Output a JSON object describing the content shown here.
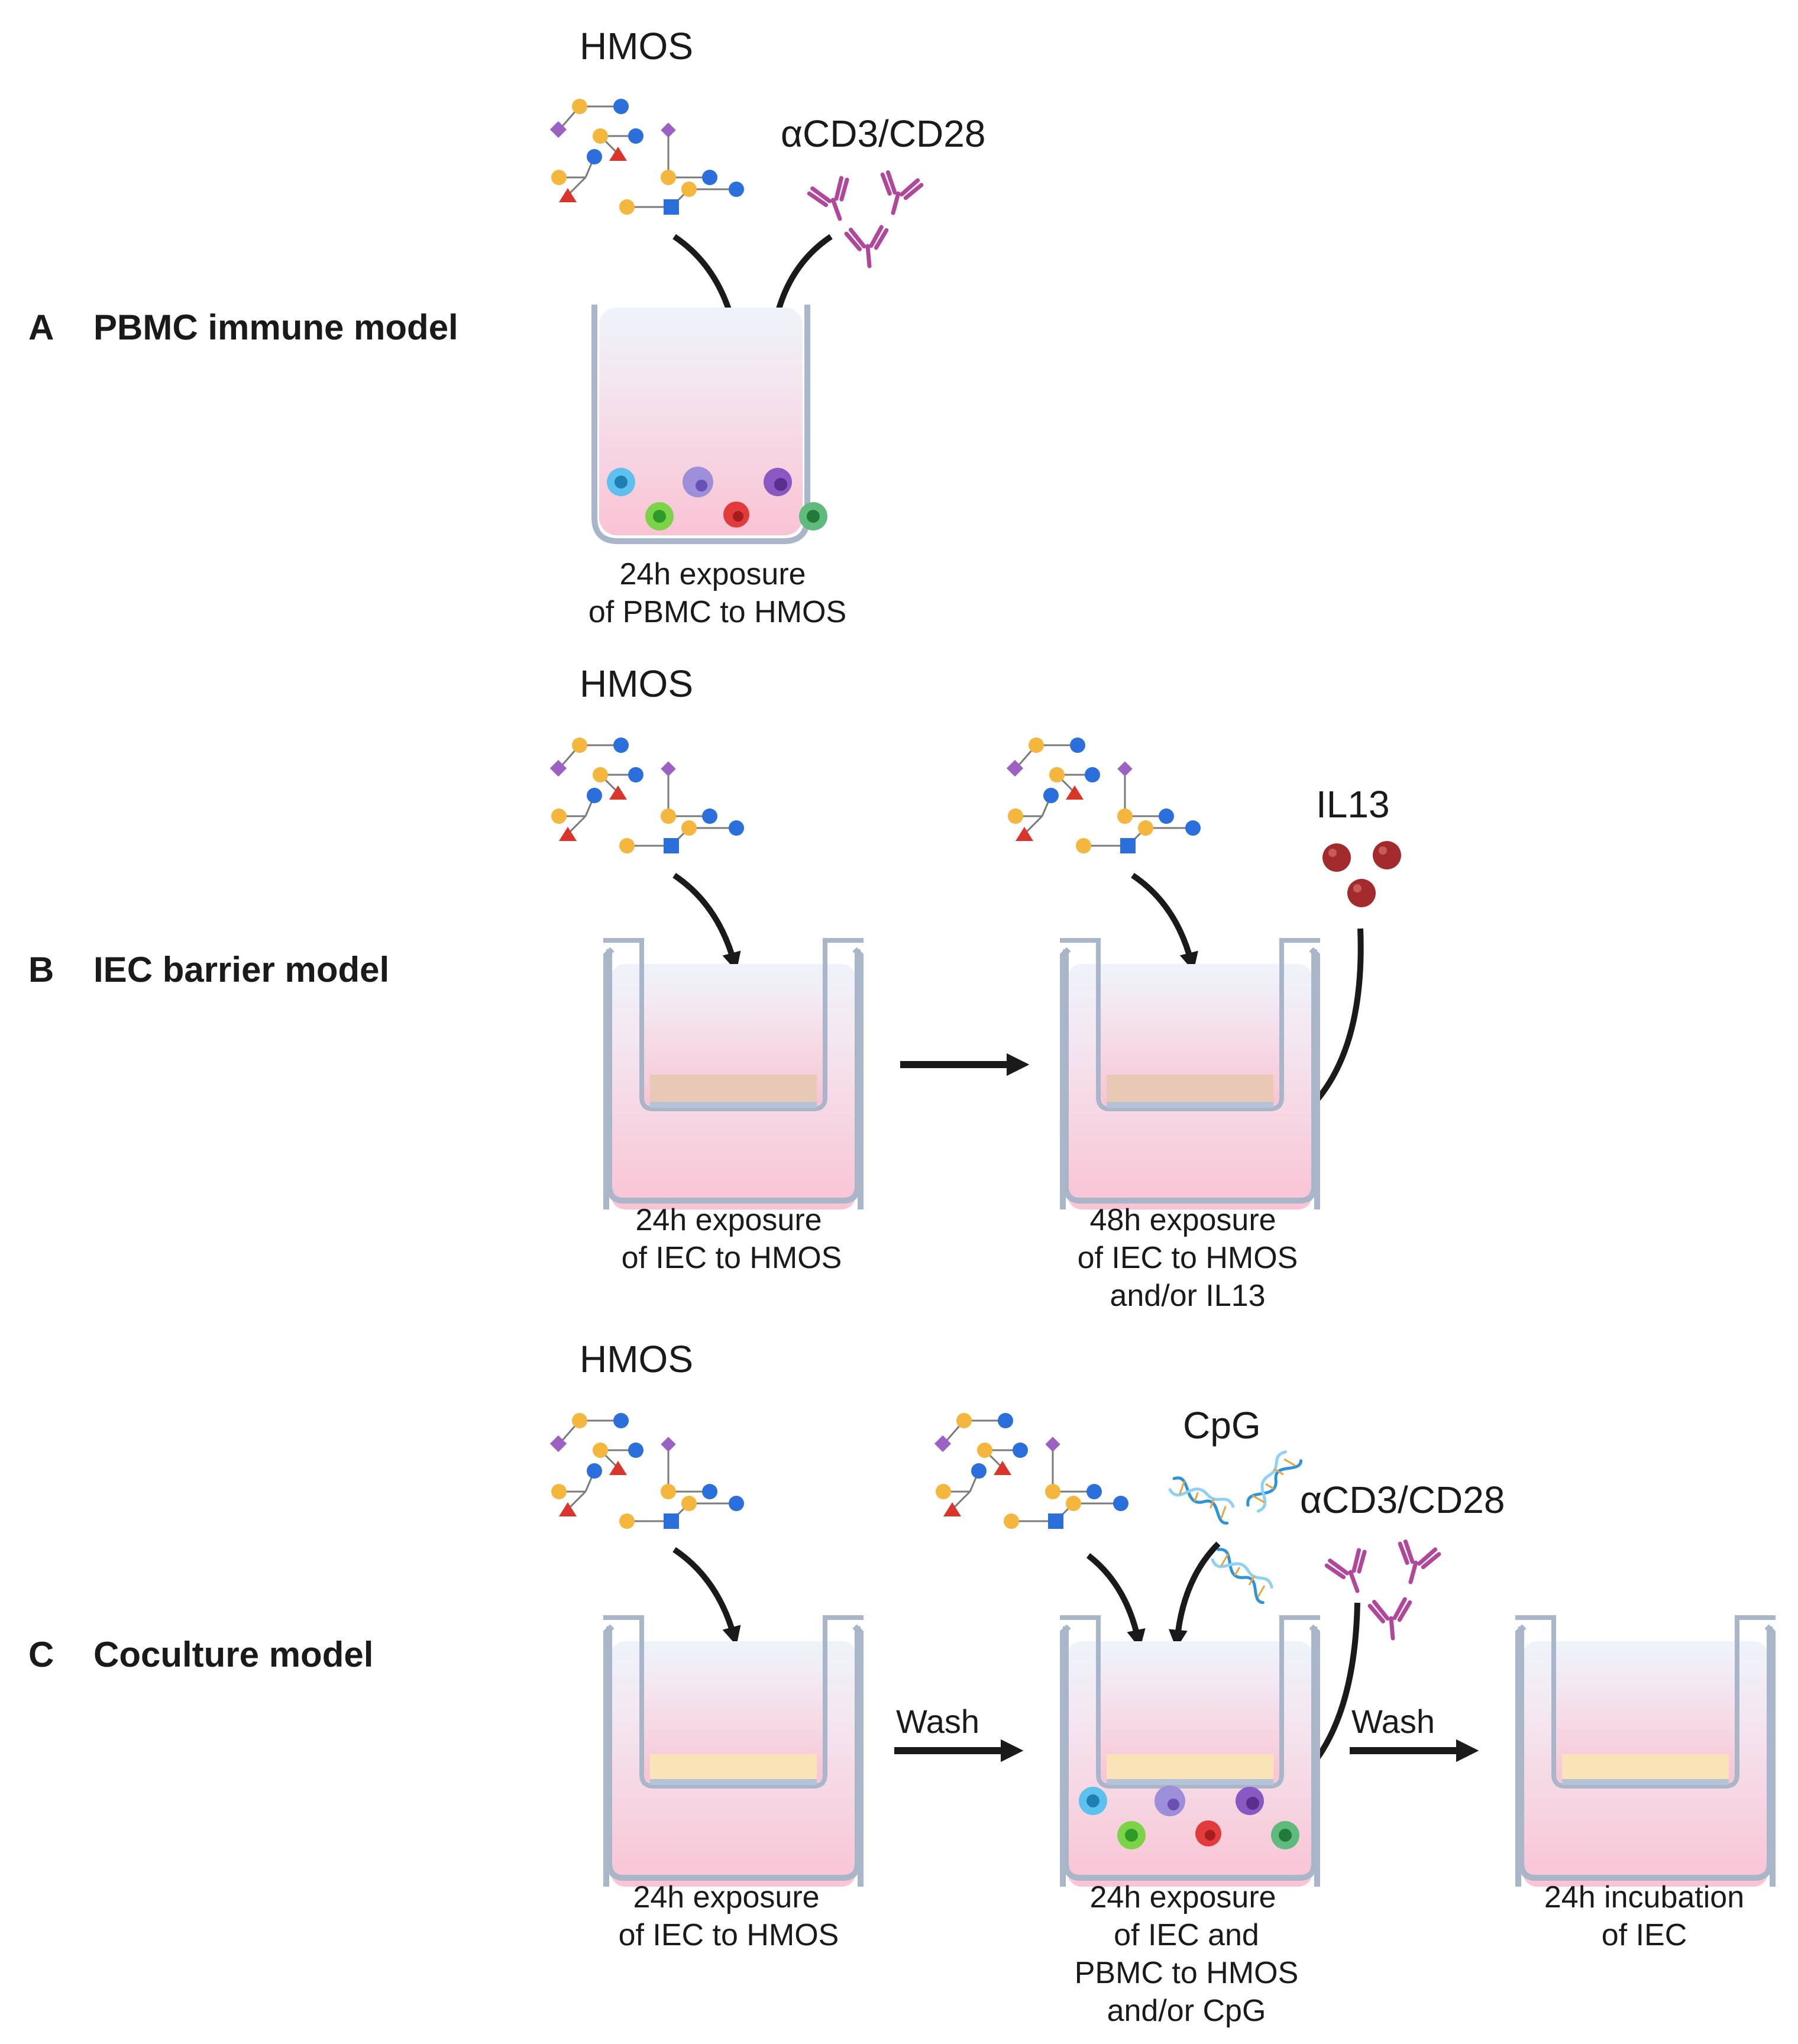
{
  "panels": [
    {
      "letter": "A",
      "title": "PBMC immune model"
    },
    {
      "letter": "B",
      "title": "IEC barrier model"
    },
    {
      "letter": "C",
      "title": "Coculture model"
    }
  ],
  "reagents": {
    "hmos": "HMOS",
    "acd3": "αCD3/CD28",
    "il13": "IL13",
    "cpg": "CpG"
  },
  "captions": {
    "a1": [
      "24h exposure",
      "of PBMC to HMOS"
    ],
    "b1": [
      "24h exposure",
      "of IEC to HMOS"
    ],
    "b2": [
      "48h exposure",
      "of IEC to HMOS",
      "and/or IL13"
    ],
    "c1": [
      "24h exposure",
      "of IEC to HMOS"
    ],
    "c2": [
      "24h exposure",
      "of IEC and",
      "PBMC to HMOS",
      "and/or CpG"
    ],
    "c3": [
      "24h incubation",
      "of IEC"
    ]
  },
  "steps": {
    "wash1": "Wash",
    "wash2": "Wash"
  },
  "icons": {
    "oligosaccharide": "glycan-structure-icon",
    "antibody": "antibody-icon",
    "cytokine": "cytokine-sphere-icon",
    "dna": "dna-helix-icon",
    "cell": "immune-cell-icon"
  },
  "colors": {
    "medium_top": "#eef3fa",
    "medium_bottom": "#f9c6d6",
    "well_border": "#a9b6c9",
    "antibody": "#b0479a",
    "glycan_yellow": "#f4b63d",
    "glycan_blue": "#2a6fdb",
    "glycan_red": "#d9352b",
    "glycan_purple": "#9b62c4",
    "il13": "#a42b2d",
    "arrow": "#1a1a1a"
  }
}
